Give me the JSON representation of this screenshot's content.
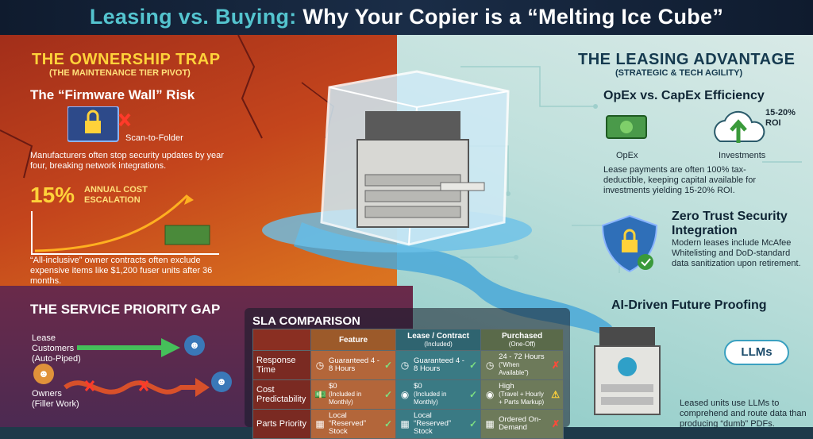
{
  "title": {
    "part1": "Leasing vs. Buying:",
    "part2": " Why Your Copier is a “Melting Ice Cube”"
  },
  "left": {
    "heading": "THE OWNERSHIP TRAP",
    "subheading": "(THE MAINTENANCE TIER PIVOT)",
    "firmware": {
      "heading": "The “Firmware Wall” Risk",
      "icon_label": "Scan-to-Folder",
      "text": "Manufacturers often stop security updates by year four, breaking network integrations."
    },
    "escalation": {
      "big": "15%",
      "label_line1": "ANNUAL COST",
      "label_line2": "ESCALATION",
      "text": "“All-inclusive” owner contracts often exclude expensive items like $1,200 fuser units after 36 months."
    },
    "priority": {
      "heading": "THE SERVICE PRIORITY GAP",
      "lease_label": "Lease Customers",
      "lease_sub": "(Auto-Piped)",
      "owner_label": "Owners",
      "owner_sub": "(Filler Work)"
    }
  },
  "right": {
    "heading": "THE LEASING ADVANTAGE",
    "subheading": "(STRATEGIC & TECH AGILITY)",
    "opex": {
      "heading": "OpEx vs. CapEx Efficiency",
      "roi": "15-20% ROI",
      "opex_label": "OpEx",
      "inv_label": "Investments",
      "text": "Lease payments are often 100% tax-deductible, keeping capital available for investments yielding 15-20% ROI."
    },
    "zerotrust": {
      "heading": "Zero Trust Security Integration",
      "text": "Modern leases include McAfee Whitelisting and DoD-standard data sanitization upon retirement."
    },
    "ai": {
      "heading": "AI-Driven Future Proofing",
      "pill": "LLMs",
      "text": "Leased units use LLMs to comprehend and route data than producing “dumb” PDFs."
    }
  },
  "sla": {
    "title": "SLA COMPARISON",
    "headers": [
      {
        "label": "",
        "sub": ""
      },
      {
        "label": "Feature",
        "sub": ""
      },
      {
        "label": "Lease / Contract",
        "sub": "(Included)"
      },
      {
        "label": "Purchased",
        "sub": "(One-Off)"
      }
    ],
    "rows": [
      {
        "feature": "Response Time",
        "lease": "Guaranteed 4 - 8 Hours",
        "lease_icon": "clock-icon",
        "contract": "Guaranteed 4 - 8 Hours",
        "contract_icon": "clock-icon",
        "purchased": "24 - 72 Hours",
        "purchased_sub": "(“When Available”)",
        "purchased_icon": "clock-icon",
        "purchased_mark": "cross"
      },
      {
        "feature": "Cost Predictability",
        "lease": "$0",
        "lease_sub": "(Included in Monthly)",
        "lease_icon": "money-icon",
        "contract": "$0",
        "contract_sub": "(Included in Monthly)",
        "contract_icon": "coins-icon",
        "purchased": "High",
        "purchased_sub": "(Travel + Hourly + Parts Markup)",
        "purchased_icon": "coins-icon",
        "purchased_mark": "warning"
      },
      {
        "feature": "Parts Priority",
        "lease": "Local “Reserved” Stock",
        "lease_icon": "box-icon",
        "contract": "Local “Reserved” Stock",
        "contract_icon": "box-icon",
        "purchased": "Ordered On-Demand",
        "purchased_icon": "box-icon",
        "purchased_mark": "cross"
      }
    ]
  },
  "colors": {
    "accent_teal": "#54c4cf",
    "warm": "#c4451c",
    "yellow": "#ffd23a",
    "navy": "#0f1b2e"
  }
}
